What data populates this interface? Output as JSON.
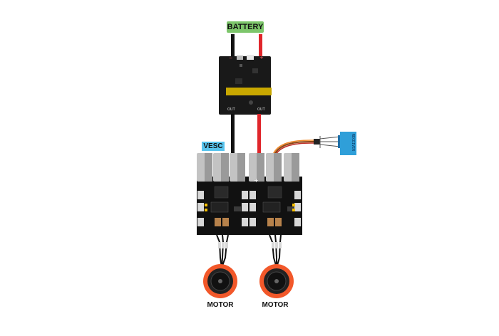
{
  "battery_label": "BATTERY",
  "vesc_label": "VESC",
  "switch": {
    "out_left": "OUT",
    "out_right": "OUT",
    "negative_mark": "−",
    "positive_mark": "+"
  },
  "receiver_label": "RECEIVER",
  "vesc_plus_mark": "+",
  "motors": [
    {
      "label": "MOTOR"
    },
    {
      "label": "MOTOR"
    }
  ],
  "colors": {
    "tag_green": "#7dc66b",
    "tag_blue": "#58c4ee",
    "wire_red": "#e0262b",
    "wire_black": "#111111",
    "motor_orange": "#f2582a",
    "receiver_blue": "#2f9fd9",
    "switch_body": "#191919",
    "switch_band": "#c9a800"
  },
  "icons": {
    "switch": "power-switch-module-icon",
    "vesc": "dual-vesc-board-icon",
    "receiver": "rc-receiver-icon",
    "motor": "brushless-motor-icon"
  }
}
